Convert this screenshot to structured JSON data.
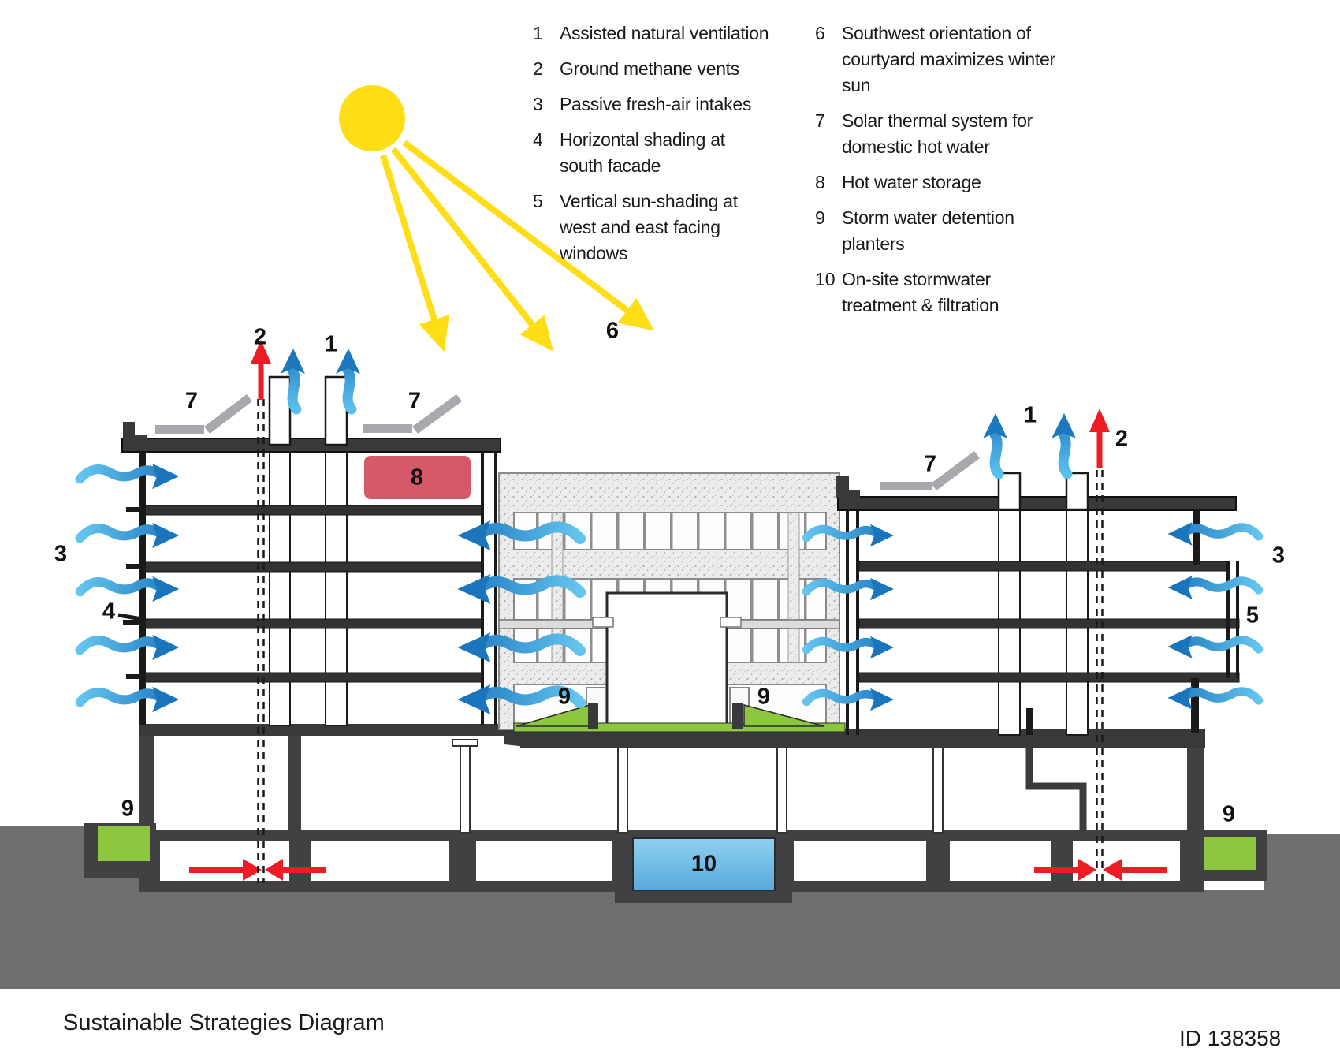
{
  "title": "Sustainable Strategies Diagram",
  "footer_id": "ID 138358",
  "legend": {
    "col1": [
      {
        "num": "1",
        "text": "Assisted natural ventilation"
      },
      {
        "num": "2",
        "text": "Ground methane vents"
      },
      {
        "num": "3",
        "text": "Passive fresh-air intakes"
      },
      {
        "num": "4",
        "text": "Horizontal shading at\nsouth facade"
      },
      {
        "num": "5",
        "text": "Vertical sun-shading at\nwest and east facing\nwindows"
      }
    ],
    "col2": [
      {
        "num": "6",
        "text": "Southwest orientation of\ncourtyard maximizes winter\nsun"
      },
      {
        "num": "7",
        "text": "Solar thermal system for\ndomestic hot water"
      },
      {
        "num": "8",
        "text": "Hot water storage"
      },
      {
        "num": "9",
        "text": "Storm water detention\nplanters"
      },
      {
        "num": "10",
        "text": "On-site stormwater\ntreatment & filtration"
      }
    ]
  },
  "labels": {
    "ventilation": "1",
    "methane": "2",
    "fresh_air": "3",
    "horizontal_shading": "4",
    "vertical_shading": "5",
    "orientation": "6",
    "solar_thermal": "7",
    "hot_water_storage": "8",
    "planters": "9",
    "treatment": "10"
  },
  "colors": {
    "sun": "#FFDE17",
    "air_flow_light": "#66C7F0",
    "air_flow_dark": "#1B75BC",
    "methane_red": "#ED1C24",
    "hot_water_box": "#D6596A",
    "water_tank": "#6FBEE3",
    "planter_green": "#8DC63F",
    "ground_gray": "#6D6E70",
    "foundation_dark": "#414042",
    "panel_gray": "#A7A9AC"
  }
}
